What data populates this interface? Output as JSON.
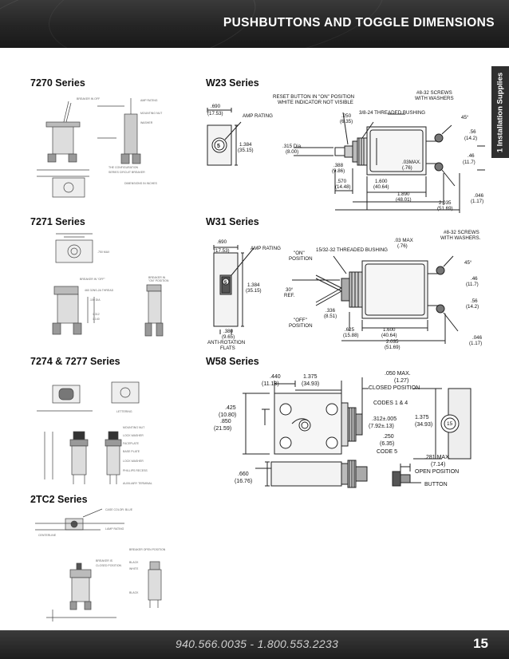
{
  "header": {
    "title": "PUSHBUTTONS AND TOGGLE DIMENSIONS"
  },
  "side_tab": {
    "label": "1 Installation Supplies"
  },
  "sections": {
    "s7270": {
      "title": "7270 Series"
    },
    "s7271": {
      "title": "7271 Series"
    },
    "s7274": {
      "title": "7274 & 7277 Series"
    },
    "s2tc2": {
      "title": "2TC2 Series"
    },
    "w23": {
      "title": "W23 Series",
      "labels": {
        "dim_690": ".690",
        "dim_690mm": "(17.53)",
        "amp": "AMP RATING",
        "reset1": "RESET BUTTON IN \"ON\" POSITION",
        "reset2": "WHITE INDICATOR NOT VISIBLE",
        "screws1": "#8-32 SCREWS",
        "screws2": "WITH WASHERS",
        "bushing": "3/8-24 THREADED BUSHING",
        "d250": ".250",
        "d250mm": "(6.35)",
        "deg45": "45°",
        "d56": ".56",
        "d56mm": "(14.2)",
        "dia": ".315 Dia.",
        "diamm": "(8.00)",
        "d388": ".388",
        "d388mm": "(9.86)",
        "d03": ".03MAX.",
        "d03mm": "(.76)",
        "d46": ".46",
        "d46mm": "(11.7)",
        "d1384": "1.384",
        "d1384mm": "(35.15)",
        "d570": ".570",
        "d570mm": "(14.48)",
        "d1600": "1.600",
        "d1600mm": "(40.64)",
        "d1890": "1.890",
        "d1890mm": "(48.01)",
        "d2035": "2.035",
        "d2035mm": "(51.69)",
        "d046": ".046",
        "d046mm": "(1.17)",
        "face": "5"
      }
    },
    "w31": {
      "title": "W31 Series",
      "labels": {
        "dim_690": ".690",
        "dim_690mm": "(17.53)",
        "amp": "AMP RATING",
        "bushing": "15/32-32 THREADED BUSHING",
        "d03": ".03 MAX",
        "d03mm": "(.76)",
        "screws1": "#8-32 SCREWS",
        "screws2": "WITH WASHERS.",
        "on1": "\"ON\"",
        "on2": "POSITION",
        "deg45": "45°",
        "d46": ".46",
        "d46mm": "(11.7)",
        "deg30": "30°",
        "ref": "REF.",
        "d1384": "1.384",
        "d1384mm": "(35.15)",
        "d56": ".56",
        "d56mm": "(14.2)",
        "d336": ".336",
        "d336mm": "(8.51)",
        "off1": "\"OFF\"",
        "off2": "POSITION",
        "d625": ".625",
        "d625mm": "(15.88)",
        "d1600": "1.600",
        "d1600mm": "(40.64)",
        "d380": ".380",
        "d380mm": "(9.65)",
        "anti1": "ANTI-ROTATION",
        "anti2": "FLATS",
        "d2035": "2.035",
        "d2035mm": "(51.69)",
        "d046": ".046",
        "d046mm": "(1.17)",
        "face": "5"
      }
    },
    "w58": {
      "title": "W58 Series",
      "labels": {
        "d440": ".440",
        "d440mm": "(11.18)",
        "d1375": "1.375",
        "d1375mm": "(34.93)",
        "d050": ".050 MAX.",
        "d050mm": "(1.27)",
        "closed": "CLOSED POSITION",
        "codes": "CODES 1 & 4",
        "d425": ".425",
        "d425mm": "(10.80)",
        "d850": ".850",
        "d850mm": "(21.59)",
        "d312": ".312±.005",
        "d312mm": "(7.92±.13)",
        "d1375b": "1.375",
        "d1375bmm": "(34.93)",
        "face": "15",
        "d250": ".250",
        "d250mm": "(6.35)",
        "code5": "CODE 5",
        "d281": ".281 MAX.",
        "d281mm": "(7.14)",
        "open": "OPEN POSITION",
        "d660": ".660",
        "d660mm": "(16.76)",
        "button": "BUTTON"
      }
    }
  },
  "footer": {
    "phone": "940.566.0035   -   1.800.553.2233",
    "page": "15"
  }
}
